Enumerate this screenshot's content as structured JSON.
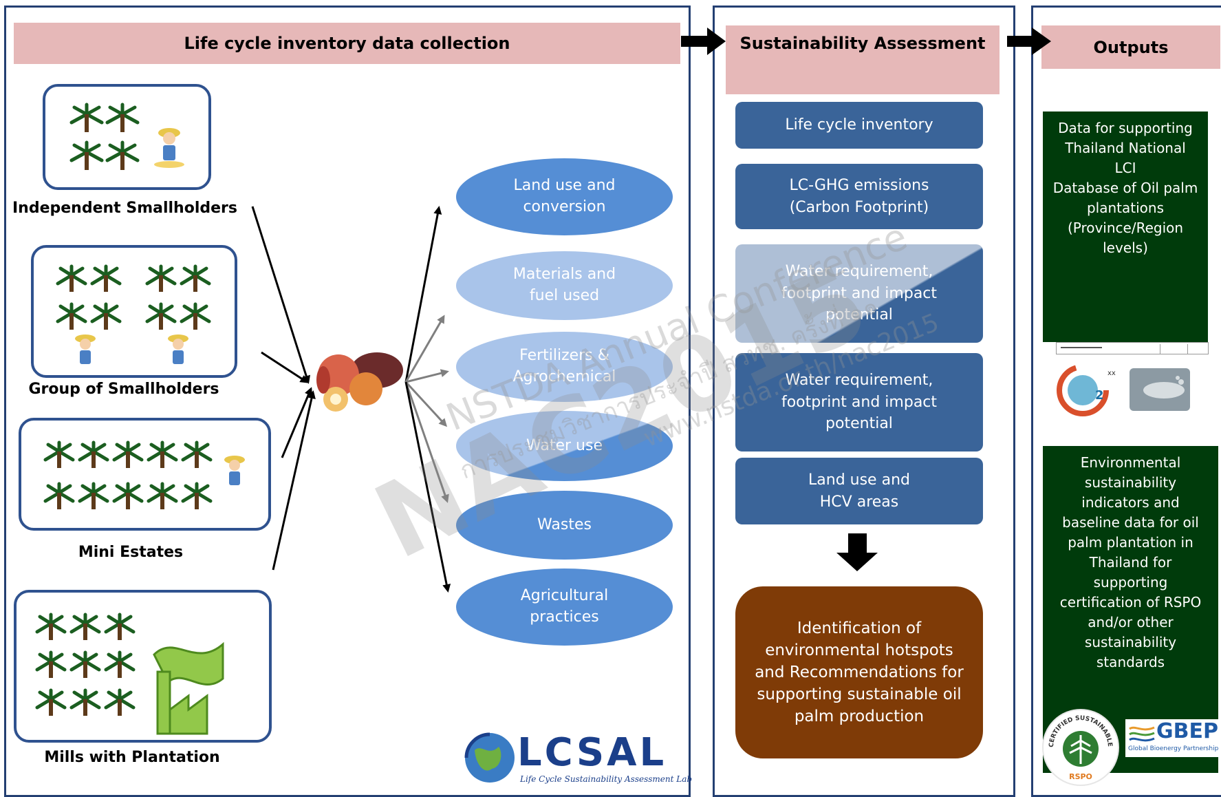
{
  "collection": {
    "title": "Life cycle inventory data collection",
    "sources": [
      "Independent Smallholders",
      "Group of Smallholders",
      "Mini Estates",
      "Mills with Plantation"
    ],
    "categories": [
      "Land use and\nconversion",
      "Materials and\nfuel used",
      "Fertilizers &\nAgrochemical",
      "Water use",
      "Wastes",
      "Agricultural\npractices"
    ],
    "logo": {
      "name": "LCSAL",
      "tagline": "Life Cycle Sustainability Assessment Lab"
    }
  },
  "assessment": {
    "title": "Sustainability Assessment",
    "items": [
      "Life cycle inventory",
      "LC-GHG emissions\n(Carbon Footprint)",
      "Water requirement,\nfootprint and impact\npotential",
      "Water requirement,\nfootprint and impact\npotential",
      "Land use and\nHCV areas"
    ],
    "result": "Identification of\nenvironmental hotspots\nand Recommendations for\nsupporting sustainable oil\npalm production"
  },
  "outputs": {
    "title": "Outputs",
    "item1": "Data for supporting\nThailand National LCI\nDatabase of Oil palm\nplantations\n(Province/Region\nlevels)",
    "item2": "Environmental\nsustainability\nindicators and\nbaseline data for oil\npalm plantation in\nThailand for\nsupporting\ncertification of RSPO\nand/or other\nsustainability\nstandards",
    "rspo_ring": "CERTIFIED SUSTAINABLE PALM OIL",
    "rspo": "RSPO",
    "gbep": "GBEP",
    "gbep_sub": "Global Bioenergy Partnership",
    "co2_sub": "xx"
  },
  "watermark": {
    "main": "NAC2015",
    "line1": "NSTDA Annual Conference",
    "line2": "การประชุมวิชาการประจำปี สวทช. ครั้งที่ ๑๑",
    "url": "www.nstda.or.th/nac2015"
  },
  "colors": {
    "header": "#e6b8b8",
    "panel_border": "#243f72",
    "ellipse": "#558ed5",
    "assess_box": "#3a6499",
    "result_box": "#7f3b07",
    "output_box": "#003b0b"
  }
}
